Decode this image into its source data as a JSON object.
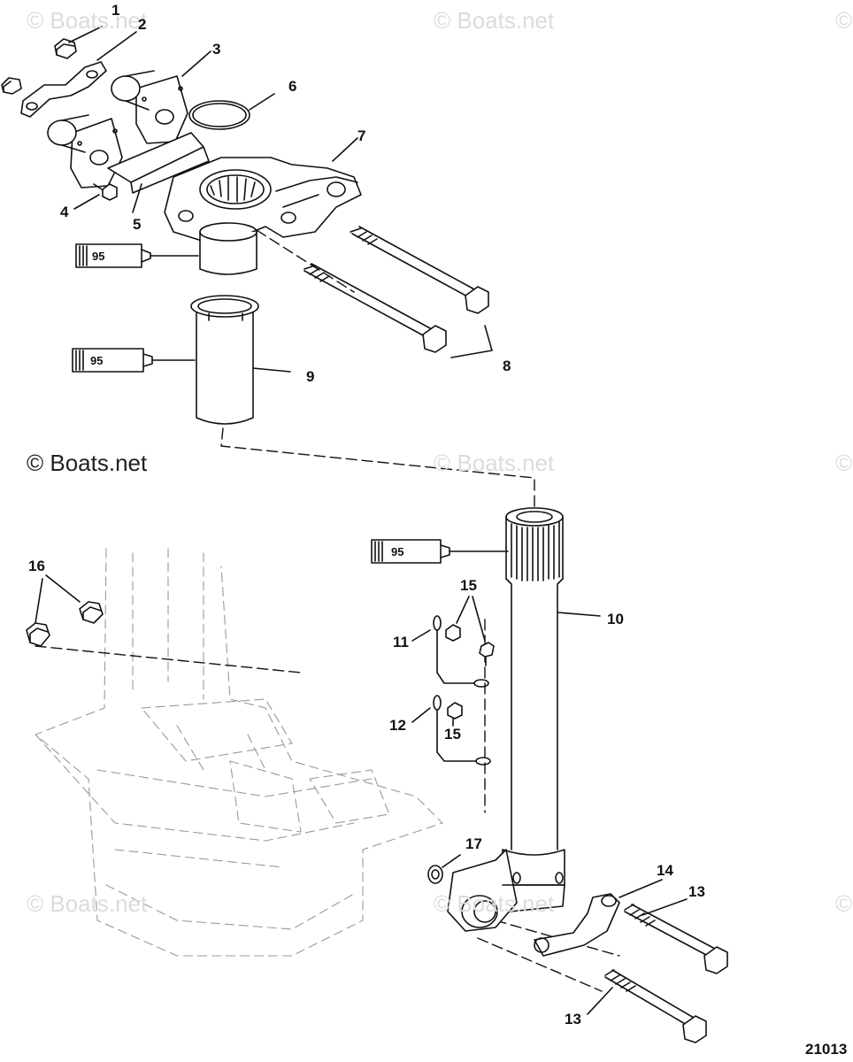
{
  "watermarks": {
    "top_left": "© Boats.net",
    "top_center": "© Boats.net",
    "mid_left": "© Boats.net",
    "mid_center": "© Boats.net",
    "bottom_left": "© Boats.net",
    "bottom_center": "© Boats.net",
    "edge_right": "©"
  },
  "callouts": {
    "c1": "1",
    "c2": "2",
    "c3": "3",
    "c4": "4",
    "c5": "5",
    "c6": "6",
    "c7": "7",
    "c8": "8",
    "c9": "9",
    "c10": "10",
    "c11": "11",
    "c12": "12",
    "c13a": "13",
    "c13b": "13",
    "c14": "14",
    "c15a": "15",
    "c15b": "15",
    "c16": "16",
    "c17": "17"
  },
  "sealant_tubes": {
    "t1": "95",
    "t2": "95",
    "t3": "95"
  },
  "figure_number": "21013"
}
